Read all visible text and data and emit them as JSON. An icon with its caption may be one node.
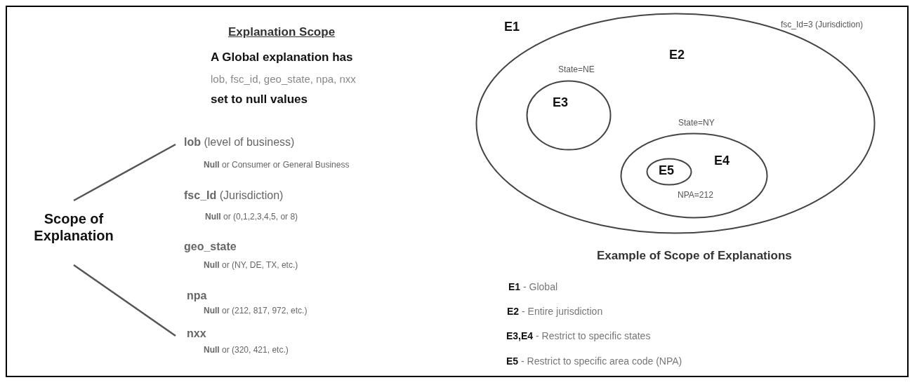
{
  "diagram": {
    "title": "Explanation Scope",
    "caption": "Example of Scope of Explanations",
    "nodes": [
      {
        "text": [
          "Scope of Explanation"
        ]
      },
      {
        "text": [
          "**lob** (level of business)",
          "**Null** or Consumer or General Business"
        ]
      },
      {
        "text": [
          "**fsc_Id** (Jurisdiction)",
          "**Null** or (0,1,2,3,4,5, or 8)"
        ]
      },
      {
        "text": [
          "**geo_state**",
          "**Null** or (NY, DE, TX, etc.)"
        ]
      },
      {
        "text": [
          "**npa**",
          "**Null** or (212, 817, 972, etc.)"
        ]
      },
      {
        "text": [
          "**nxx**",
          "**Null** or (320, 421, etc.)"
        ]
      },
      {
        "text": [
          "E2"
        ],
        "beside": [
          "fsc_Id=3 (Jurisdiction)"
        ]
      },
      {
        "text": [
          "E3"
        ],
        "beside": [
          "State=NE"
        ],
        "in": 6
      },
      {
        "text": [
          "E4"
        ],
        "beside": [
          "State=NY"
        ],
        "in": 6
      },
      {
        "text": [
          "E5"
        ],
        "beside": [
          "NPA=212"
        ],
        "in": 8
      }
    ],
    "edges": [
      {
        "from": 0,
        "to": 1,
        "arrow": "none"
      },
      {
        "from": 0,
        "to": 5,
        "arrow": "none"
      }
    ],
    "labels": [
      "A Global explanation has",
      "lob, fsc_id, geo_state, npa, nxx",
      "set to null values",
      "E1",
      "**E1** - Global",
      "**E2** - Entire jurisdiction",
      "**E3,E4** - Restrict to specific states",
      "**E5** - Restrict to specific area code (NPA)"
    ]
  }
}
